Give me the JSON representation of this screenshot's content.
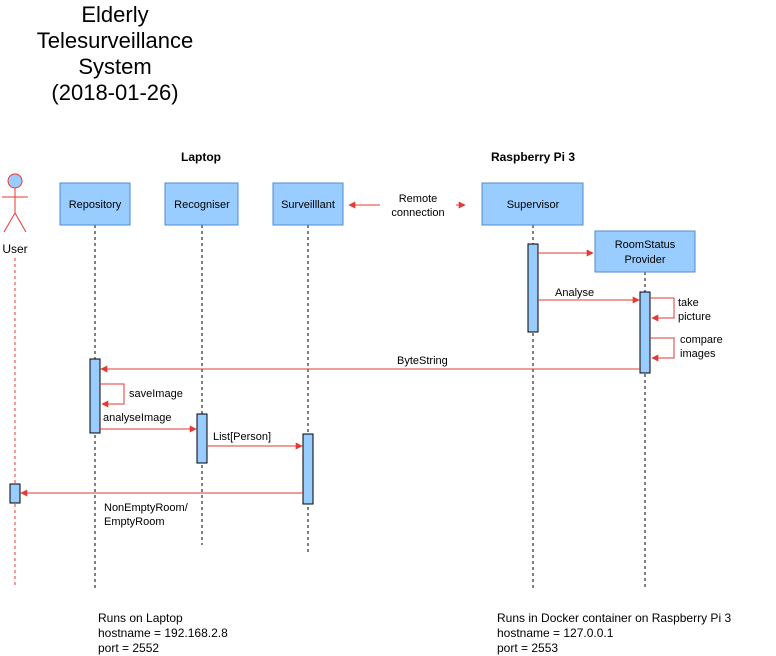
{
  "title": [
    "Elderly",
    "Telesurveillance",
    "System",
    "(2018-01-26)"
  ],
  "groups": {
    "laptop": "Laptop",
    "raspberry": "Raspberry Pi 3"
  },
  "actor": {
    "label": "User"
  },
  "participants": {
    "repository": "Repository",
    "recogniser": "Recogniser",
    "surveilllant": "Surveilllant",
    "supervisor": "Supervisor",
    "roomstatus": [
      "RoomStatus",
      "Provider"
    ]
  },
  "remote_connection": [
    "Remote",
    "connection"
  ],
  "messages": {
    "analyse": "Analyse",
    "take_picture": [
      "take",
      "picture"
    ],
    "compare_images": [
      "compare",
      "images"
    ],
    "bytestring": "ByteString",
    "save_image": "saveImage",
    "analyse_image": "analyseImage",
    "list_person": "List[Person]",
    "result": [
      "NonEmptyRoom/",
      "EmptyRoom"
    ]
  },
  "notes": {
    "laptop": [
      "Runs on Laptop",
      "hostname = 192.168.2.8",
      "port = 2552"
    ],
    "raspberry": [
      "Runs in Docker container on Raspberry Pi 3",
      "hostname  = 127.0.0.1",
      "port = 2553"
    ]
  },
  "colors": {
    "box_fill": "#99ccff",
    "box_stroke": "#4f8ad1",
    "message": "#e53935"
  }
}
